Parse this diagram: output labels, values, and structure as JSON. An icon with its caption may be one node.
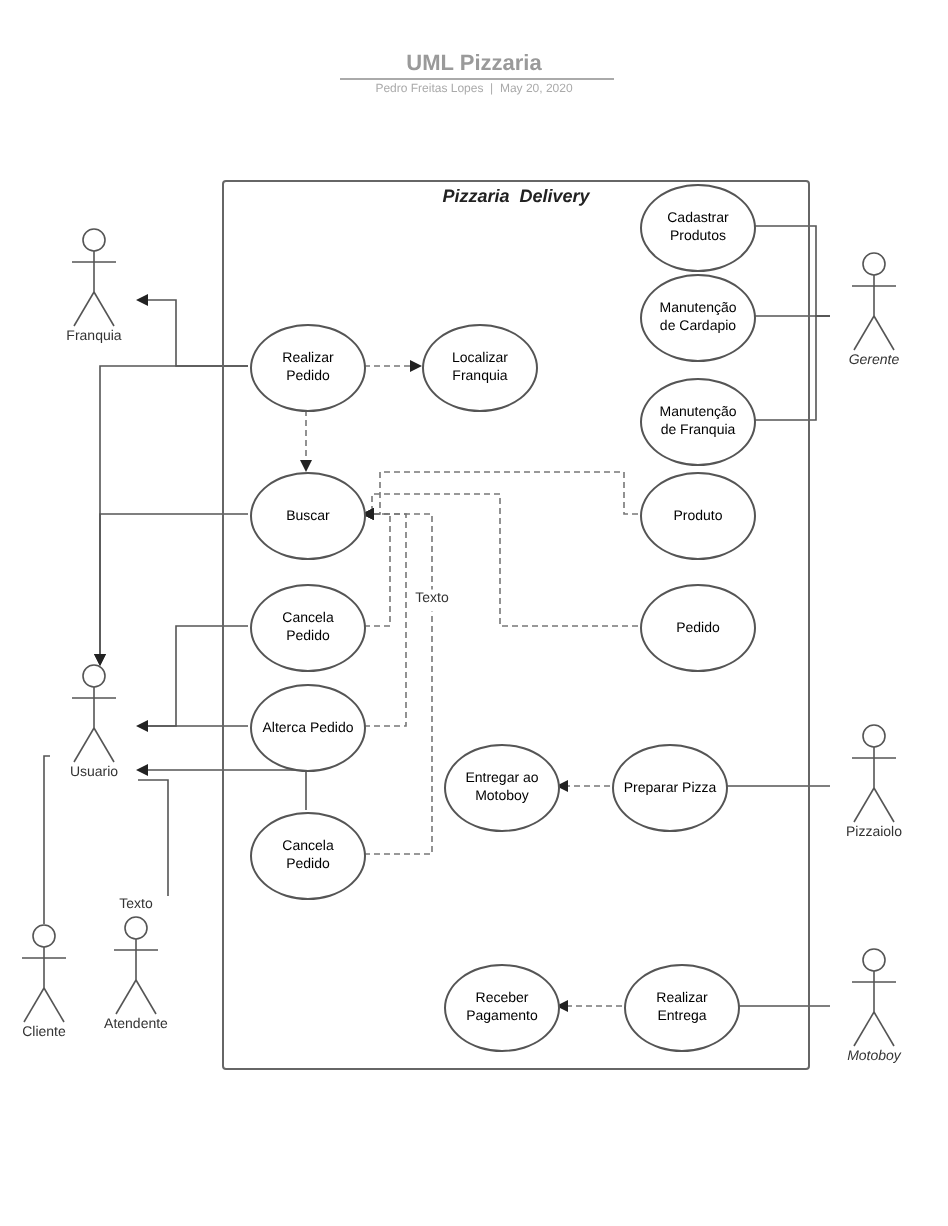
{
  "diagram": {
    "title": "UML Pizzaria",
    "caption": "Pedro Freitas Lopes  |  May 20, 2020",
    "nodes": [
      {
        "text": [
          "Pizzaria  Delivery"
        ]
      },
      {
        "text": [
          "Realizar Pedido"
        ],
        "in": 0
      },
      {
        "text": [
          "Localizar Franquia"
        ],
        "in": 0
      },
      {
        "text": [
          "Cadastrar Produtos"
        ],
        "in": 0
      },
      {
        "text": [
          "Manutenção de Cardapio"
        ],
        "in": 0
      },
      {
        "text": [
          "Manutenção de Franquia"
        ],
        "in": 0
      },
      {
        "text": [
          "Buscar"
        ],
        "in": 0
      },
      {
        "text": [
          "Produto"
        ],
        "in": 0
      },
      {
        "text": [
          "Cancela Pedido"
        ],
        "in": 0
      },
      {
        "text": [
          "Pedido"
        ],
        "in": 0
      },
      {
        "text": [
          "Alterca Pedido"
        ],
        "in": 0
      },
      {
        "text": [
          "Entregar ao Motoboy"
        ],
        "in": 0
      },
      {
        "text": [
          "Preparar Pizza"
        ],
        "in": 0
      },
      {
        "text": [
          "Cancela Pedido"
        ],
        "in": 0
      },
      {
        "text": [
          "Receber Pagamento"
        ],
        "in": 0
      },
      {
        "text": [
          "Realizar Entrega"
        ],
        "in": 0
      },
      {
        "text": [
          "Franquia"
        ]
      },
      {
        "text": [
          "Gerente"
        ]
      },
      {
        "text": [
          "Usuario"
        ]
      },
      {
        "text": [
          "Pizzaiolo"
        ]
      },
      {
        "text": [
          "Cliente"
        ]
      },
      {
        "text": [
          "Atendente"
        ],
        "beside": [
          "Texto"
        ]
      },
      {
        "text": [
          "Motoboy"
        ]
      }
    ],
    "edges": [
      {
        "from": 1,
        "to": 16,
        "arrow": "to"
      },
      {
        "from": 1,
        "to": 18,
        "arrow": "to"
      },
      {
        "from": 1,
        "to": 2,
        "arrow": "to",
        "style": "dashed"
      },
      {
        "from": 1,
        "to": 6,
        "arrow": "to",
        "style": "dashed"
      },
      {
        "from": 3,
        "to": 17,
        "arrow": "none"
      },
      {
        "from": 4,
        "to": 17,
        "arrow": "none"
      },
      {
        "from": 5,
        "to": 17,
        "arrow": "none"
      },
      {
        "from": 6,
        "to": 18,
        "arrow": "to"
      },
      {
        "from": 7,
        "to": 6,
        "arrow": "to",
        "style": "dashed"
      },
      {
        "from": 9,
        "to": 6,
        "arrow": "to",
        "style": "dashed"
      },
      {
        "from": 8,
        "to": 6,
        "arrow": "to",
        "style": "dashed"
      },
      {
        "from": 10,
        "to": 6,
        "arrow": "to",
        "style": "dashed"
      },
      {
        "from": 13,
        "to": 6,
        "arrow": "to",
        "style": "dashed",
        "label": "Texto"
      },
      {
        "from": 8,
        "to": 18,
        "arrow": "none"
      },
      {
        "from": 10,
        "to": 18,
        "arrow": "to"
      },
      {
        "from": 13,
        "to": 18,
        "arrow": "to"
      },
      {
        "from": 20,
        "to": 18,
        "arrow": "none"
      },
      {
        "from": 21,
        "to": 18,
        "arrow": "none"
      },
      {
        "from": 12,
        "to": 11,
        "arrow": "to",
        "style": "dashed"
      },
      {
        "from": 12,
        "to": 19,
        "arrow": "none"
      },
      {
        "from": 15,
        "to": 14,
        "arrow": "to",
        "style": "dashed"
      },
      {
        "from": 15,
        "to": 22,
        "arrow": "none"
      }
    ]
  }
}
